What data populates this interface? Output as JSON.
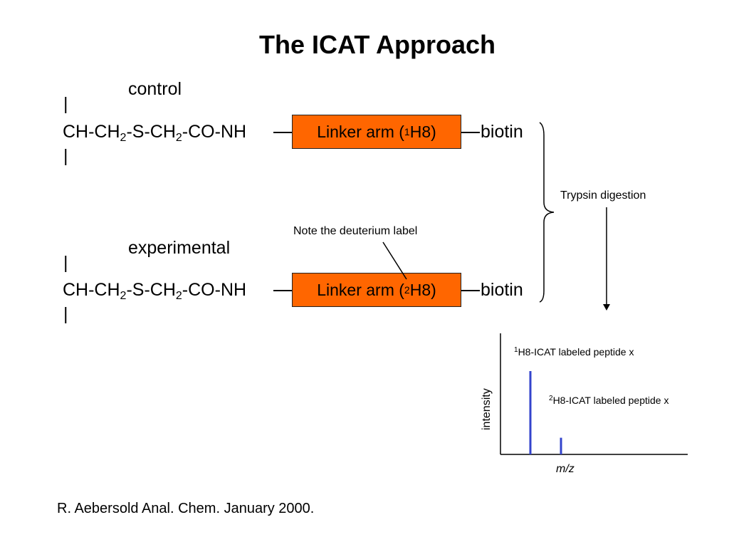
{
  "title": "The ICAT Approach",
  "top": {
    "label": "control",
    "bar_top": "|",
    "bar_bottom": "|",
    "chem": {
      "a": "CH-CH",
      "s1": "2",
      "b": "-S-CH",
      "s2": "2",
      "c": "-CO-NH"
    },
    "linker": {
      "pre": "Linker arm (",
      "sup": "1",
      "post": "H8)"
    },
    "biotin": "biotin"
  },
  "bottom": {
    "label": "experimental",
    "bar_top": "|",
    "bar_bottom": "|",
    "chem": {
      "a": "CH-CH",
      "s1": "2",
      "b": "-S-CH",
      "s2": "2",
      "c": "-CO-NH"
    },
    "linker": {
      "pre": "Linker arm (",
      "sup": "2",
      "post": "H8)"
    },
    "biotin": "biotin"
  },
  "note": "Note the deuterium label",
  "trypsin": "Trypsin digestion",
  "spectrum": {
    "ylabel": "intensity",
    "xlabel": "m/z",
    "peak1": {
      "sup": "1",
      "text": "H8-ICAT labeled peptide x",
      "relative_height": 1.0
    },
    "peak2": {
      "sup": "2",
      "text": "H8-ICAT labeled peptide x",
      "relative_height": 0.2
    },
    "peak_color": "#3344cc"
  },
  "reference": "R. Aebersold Anal. Chem. January 2000.",
  "colors": {
    "linker_fill": "#ff6600"
  }
}
